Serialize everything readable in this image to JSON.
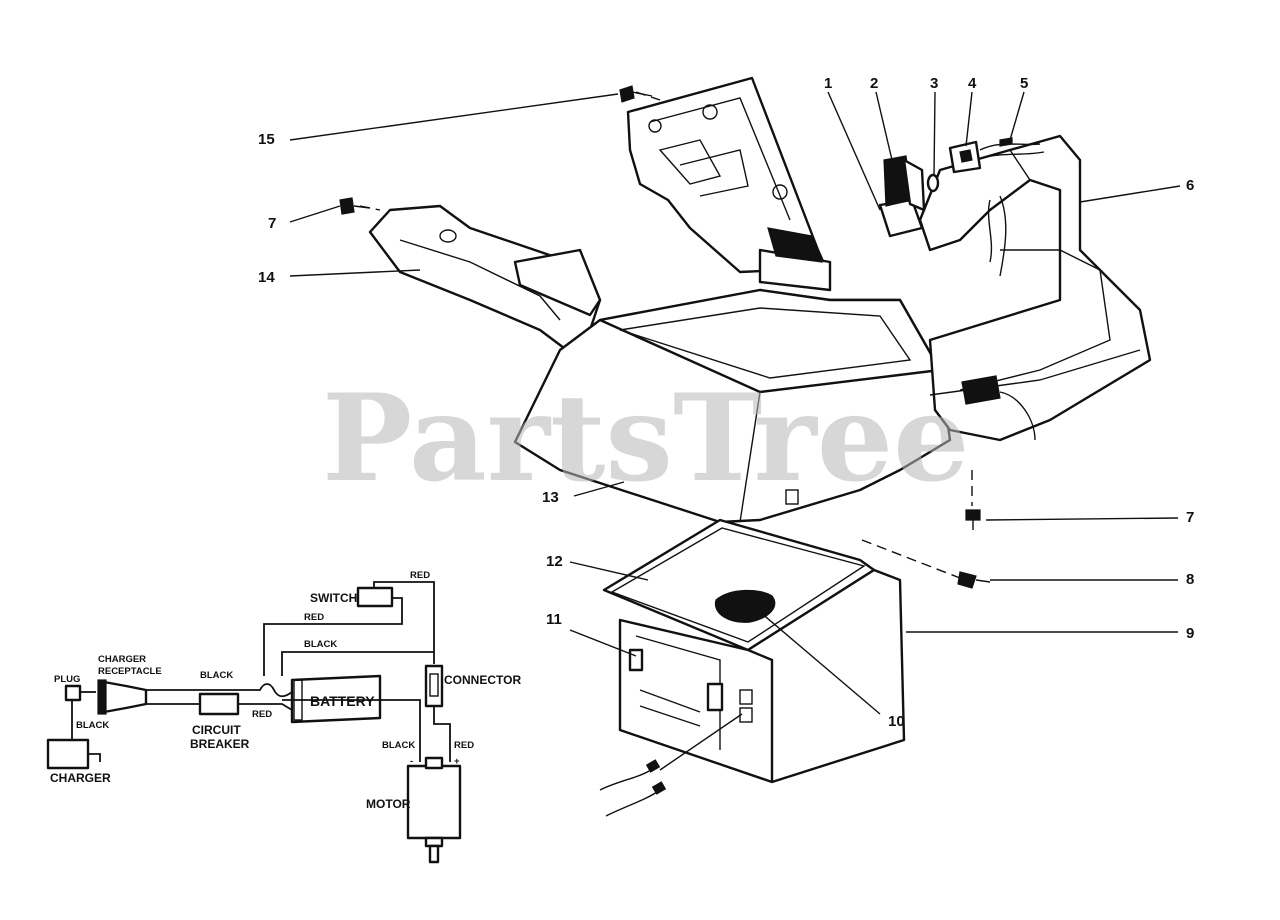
{
  "watermark": "PartsTree",
  "callouts": {
    "c1": "1",
    "c2": "2",
    "c3": "3",
    "c4": "4",
    "c5": "5",
    "c6": "6",
    "c7a": "7",
    "c7b": "7",
    "c8": "8",
    "c9": "9",
    "c10": "10",
    "c11": "11",
    "c12": "12",
    "c13": "13",
    "c14": "14",
    "c15": "15"
  },
  "wiring": {
    "switch": "SWITCH",
    "battery": "BATTERY",
    "connector": "CONNECTOR",
    "motor": "MOTOR",
    "plug": "PLUG",
    "charger": "CHARGER",
    "charger_receptacle_1": "CHARGER",
    "charger_receptacle_2": "RECEPTACLE",
    "circuit_breaker_1": "CIRCUIT",
    "circuit_breaker_2": "BREAKER",
    "red": "RED",
    "black": "BLACK",
    "minus": "-",
    "plus": "+"
  }
}
